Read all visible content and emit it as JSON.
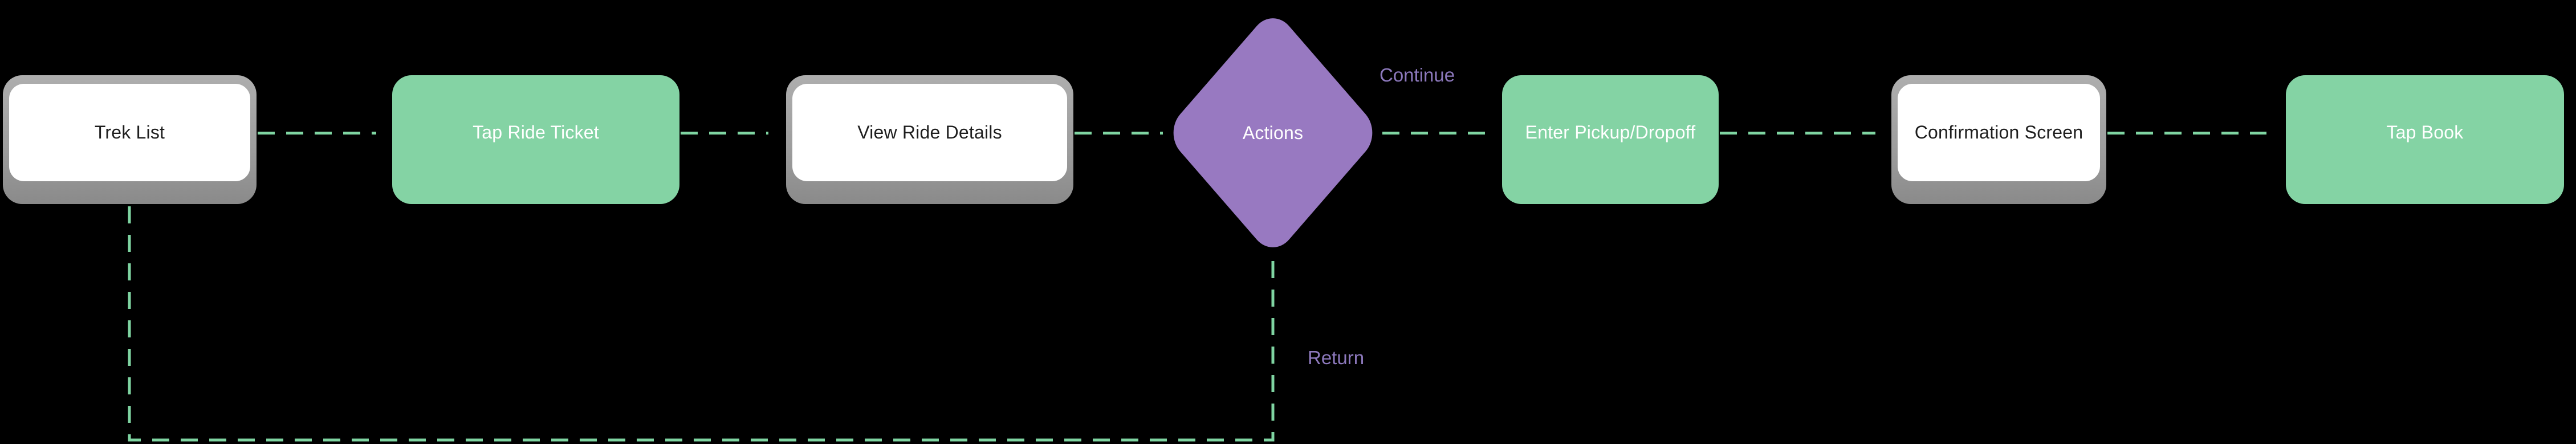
{
  "nodes": {
    "trek_list": {
      "label": "Trek List"
    },
    "tap_ride_ticket": {
      "label": "Tap Ride Ticket"
    },
    "view_ride_details": {
      "label": "View Ride Details"
    },
    "actions": {
      "label": "Actions"
    },
    "enter_pickup_dropoff": {
      "label": "Enter Pickup/Dropoff"
    },
    "confirmation_screen": {
      "label": "Confirmation Screen"
    },
    "tap_book": {
      "label": "Tap Book"
    }
  },
  "edge_labels": {
    "continue": "Continue",
    "return": "Return"
  },
  "colors": {
    "background": "#000000",
    "action_node_green": "#84d3a4",
    "screen_node_white": "#ffffff",
    "screen_node_border_gray": "#9c9c9c",
    "decision_node_purple": "#9879c1",
    "connector_green": "#7fd5a2",
    "arrowhead_black": "#000000",
    "edge_label_purple": "#8d79bd"
  }
}
